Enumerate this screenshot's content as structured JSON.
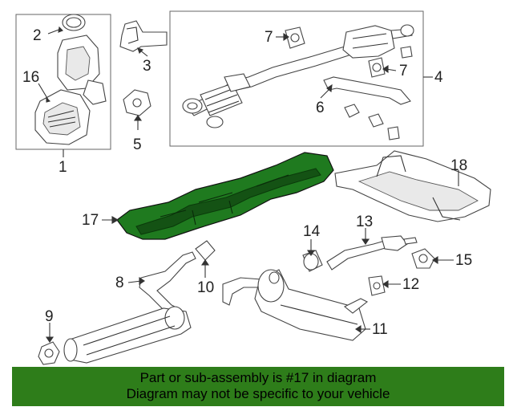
{
  "callouts": {
    "c1": "1",
    "c2": "2",
    "c3": "3",
    "c4": "4",
    "c5": "5",
    "c6": "6",
    "c7a": "7",
    "c7b": "7",
    "c8": "8",
    "c9": "9",
    "c10": "10",
    "c11": "11",
    "c12": "12",
    "c13": "13",
    "c14": "14",
    "c15": "15",
    "c16": "16",
    "c17": "17",
    "c18": "18"
  },
  "highlight": {
    "part_number": "17",
    "color": "#1f7a1f"
  },
  "banner": {
    "line1": "Part or sub-assembly is #17 in diagram",
    "line2": "Diagram may not be specific to your vehicle",
    "color": "#2e7d1a"
  }
}
